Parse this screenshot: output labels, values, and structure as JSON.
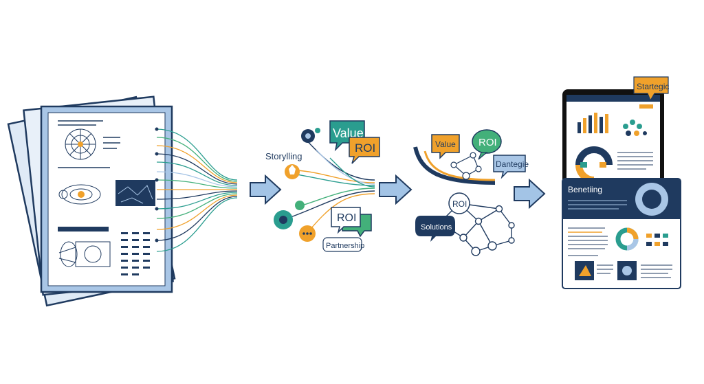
{
  "stage1": {},
  "stage2": {
    "labels": {
      "storytelling": "Storylling",
      "value": "Value",
      "roi_top": "ROI",
      "roi_mid": "ROI",
      "partnership": "Partnership"
    }
  },
  "stage3": {
    "labels": {
      "value": "Value",
      "roi_top": "ROI",
      "dantegie": "Dantegie",
      "roi_node": "ROI",
      "solutions": "Solutions"
    }
  },
  "stage4": {
    "bubble": "Startegic",
    "panel_title": "Benetiing"
  },
  "colors": {
    "navy": "#1f3a5f",
    "teal": "#2a9d8f",
    "green": "#43b07a",
    "orange": "#f0a12b",
    "light_blue": "#a9c6e6",
    "arrow": "#a3c4e6"
  }
}
